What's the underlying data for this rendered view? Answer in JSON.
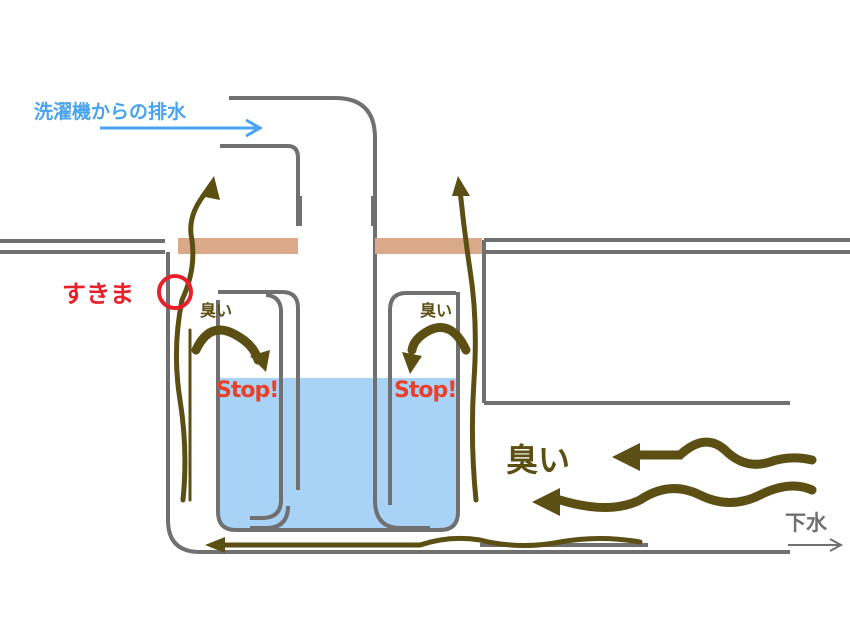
{
  "labels": {
    "inlet": "洗濯機からの排水",
    "gap": "すきま",
    "smell_left": "臭い",
    "smell_right": "臭い",
    "smell_main": "臭い",
    "stop_left": "Stop!",
    "stop_right": "Stop!",
    "drain": "下水"
  },
  "colors": {
    "pipe": "#707070",
    "water": "#a9d2f7",
    "smell": "#5b4f14",
    "seal": "#d9a98a",
    "inlet_text": "#4aa3ee",
    "gap_marker": "#e8202a",
    "stop_text": "#e8402a"
  }
}
